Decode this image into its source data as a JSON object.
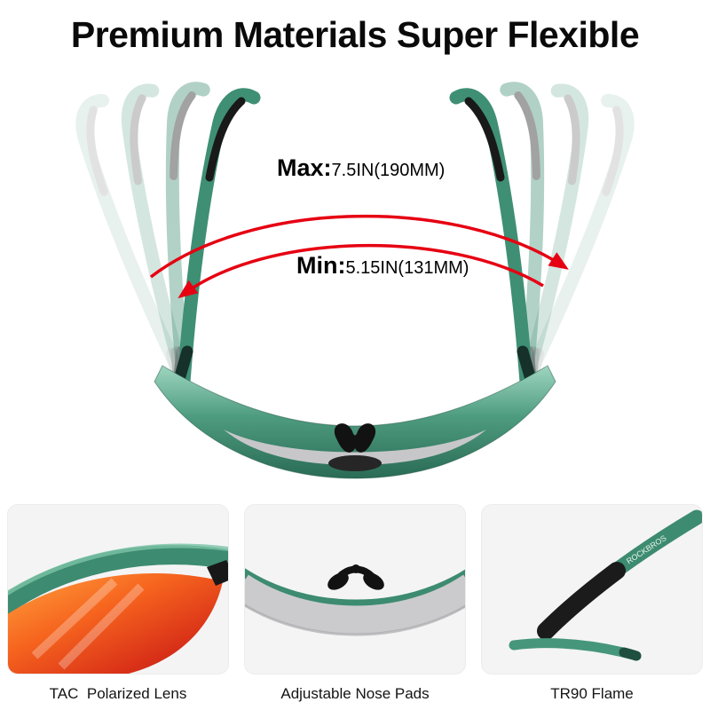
{
  "page": {
    "title": "Premium Materials Super Flexible"
  },
  "measurements": {
    "max": {
      "label": "Max:",
      "value": "7.5IN(190MM)"
    },
    "min": {
      "label": "Min:",
      "value": "5.15IN(131MM)"
    }
  },
  "features": [
    {
      "caption": "TAC  Polarized Lens"
    },
    {
      "caption": "Adjustable Nose Pads"
    },
    {
      "caption": "TR90 Flame"
    }
  ],
  "brand": {
    "temple_text": "ROCKBROS"
  },
  "colors": {
    "frame_green": "#3d8b70",
    "arrow_red": "#e60012",
    "lens_orange": "#f05a1e",
    "lens_gray": "#c9c9cb",
    "rubber_black": "#1b1b1b",
    "panel_bg": "#f4f4f5"
  }
}
